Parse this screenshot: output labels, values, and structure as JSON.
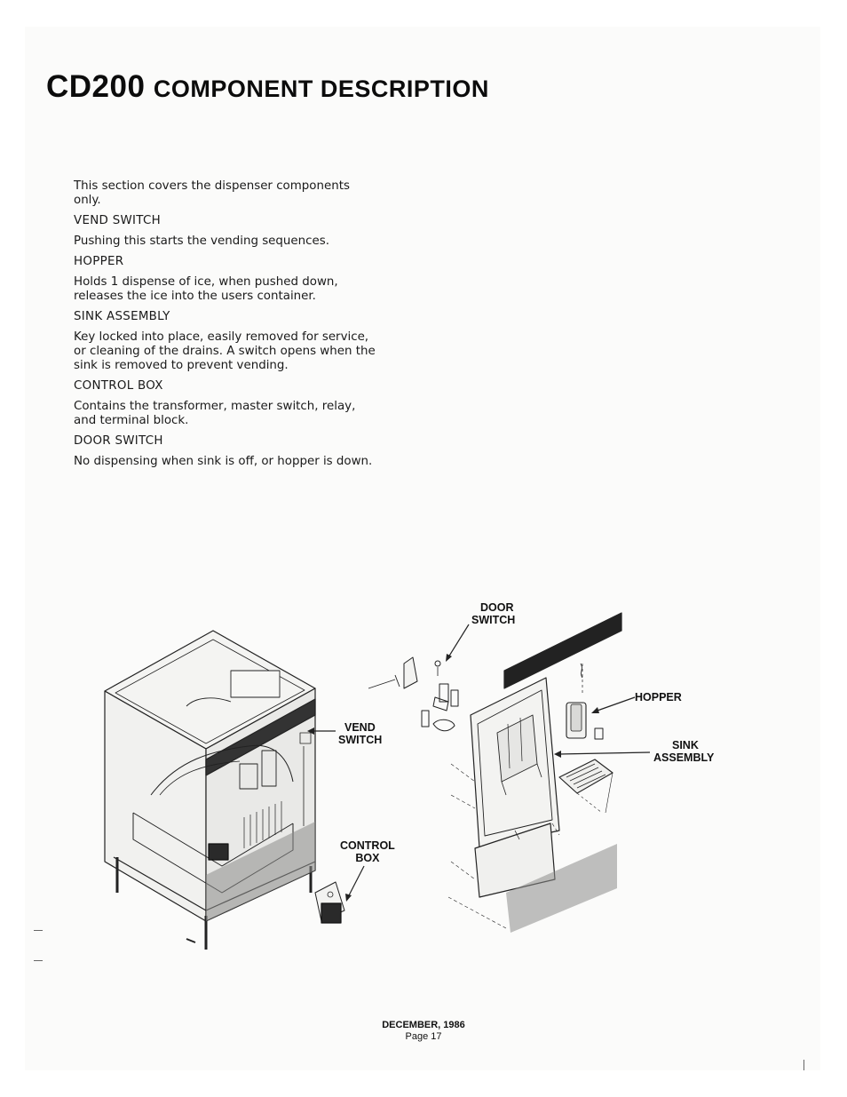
{
  "title": {
    "code": "CD200",
    "rest": "COMPONENT DESCRIPTION"
  },
  "sections": [
    {
      "kind": "text",
      "text": "This section covers the dispenser components only."
    },
    {
      "kind": "heading",
      "text": "VEND SWITCH"
    },
    {
      "kind": "text",
      "text": "Pushing this starts the vending sequences."
    },
    {
      "kind": "heading",
      "text": "HOPPER"
    },
    {
      "kind": "text",
      "text": "Holds 1 dispense of ice, when pushed down, releases the ice into the users container."
    },
    {
      "kind": "heading",
      "text": "SINK ASSEMBLY"
    },
    {
      "kind": "text",
      "text": "Key locked into place, easily removed for service, or cleaning of the drains. A switch opens when the sink is removed to prevent vending."
    },
    {
      "kind": "heading",
      "text": "CONTROL BOX"
    },
    {
      "kind": "text",
      "text": "Contains the transformer, master switch, relay, and terminal block."
    },
    {
      "kind": "heading",
      "text": "DOOR SWITCH"
    },
    {
      "kind": "text",
      "text": "No dispensing when sink is off, or hopper is down."
    }
  ],
  "figure": {
    "labels": {
      "door_switch": [
        "DOOR",
        "SWITCH"
      ],
      "hopper": [
        "HOPPER"
      ],
      "vend_switch": [
        "VEND",
        "SWITCH"
      ],
      "sink_assembly": [
        "SINK",
        "ASSEMBLY"
      ],
      "control_box": [
        "CONTROL",
        "BOX"
      ]
    }
  },
  "footer": {
    "date": "DECEMBER, 1986",
    "page": "Page 17"
  }
}
